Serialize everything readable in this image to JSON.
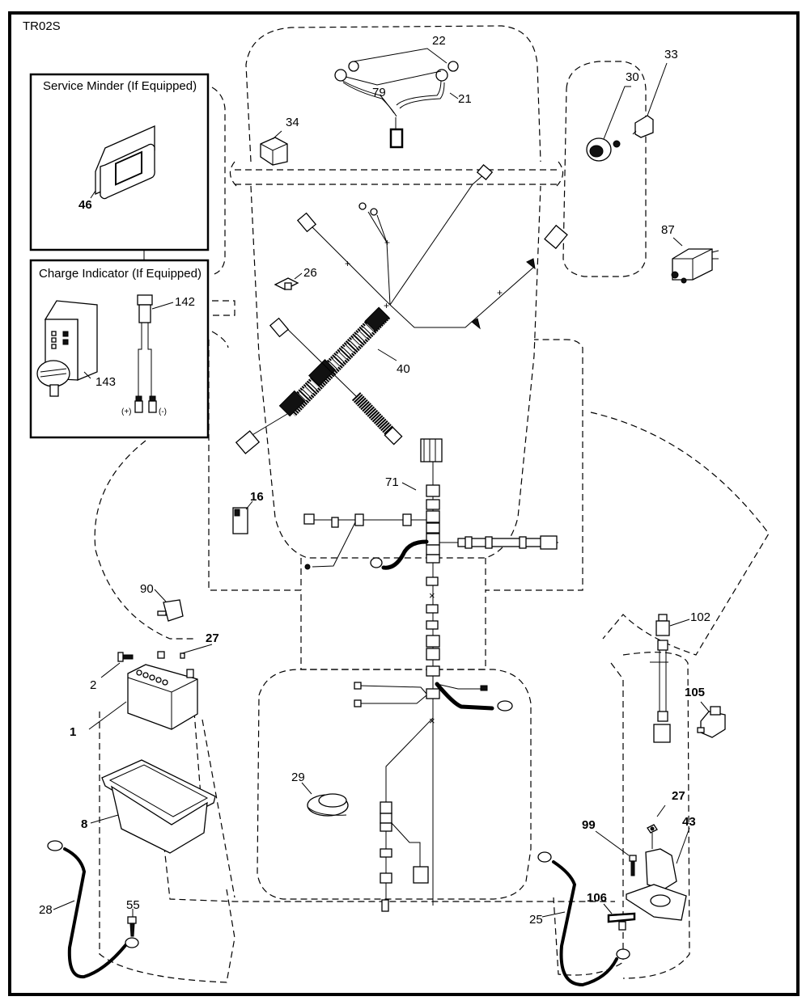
{
  "diagram": {
    "code": "TR02S",
    "insets": [
      {
        "title": "Service Minder (If Equipped)",
        "parts": [
          "46"
        ]
      },
      {
        "title": "Charge Indicator (If Equipped)",
        "parts": [
          "142",
          "143"
        ],
        "terminal_labels": [
          "(+)",
          "(-)"
        ]
      }
    ],
    "callouts": [
      {
        "id": "22",
        "bold": false
      },
      {
        "id": "79",
        "bold": false
      },
      {
        "id": "21",
        "bold": false
      },
      {
        "id": "34",
        "bold": false
      },
      {
        "id": "30",
        "bold": false
      },
      {
        "id": "33",
        "bold": false
      },
      {
        "id": "87",
        "bold": false
      },
      {
        "id": "26",
        "bold": false
      },
      {
        "id": "40",
        "bold": false
      },
      {
        "id": "71",
        "bold": false
      },
      {
        "id": "16",
        "bold": false
      },
      {
        "id": "90",
        "bold": false
      },
      {
        "id": "27",
        "bold": true
      },
      {
        "id": "2",
        "bold": false
      },
      {
        "id": "1",
        "bold": true
      },
      {
        "id": "8",
        "bold": true
      },
      {
        "id": "28",
        "bold": false
      },
      {
        "id": "55",
        "bold": false
      },
      {
        "id": "29",
        "bold": false
      },
      {
        "id": "102",
        "bold": false
      },
      {
        "id": "105",
        "bold": true
      },
      {
        "id": "27",
        "bold": true
      },
      {
        "id": "99",
        "bold": true
      },
      {
        "id": "43",
        "bold": true
      },
      {
        "id": "106",
        "bold": true
      },
      {
        "id": "25",
        "bold": false
      },
      {
        "id": "46",
        "bold": true
      },
      {
        "id": "142",
        "bold": false
      },
      {
        "id": "143",
        "bold": false
      }
    ]
  }
}
